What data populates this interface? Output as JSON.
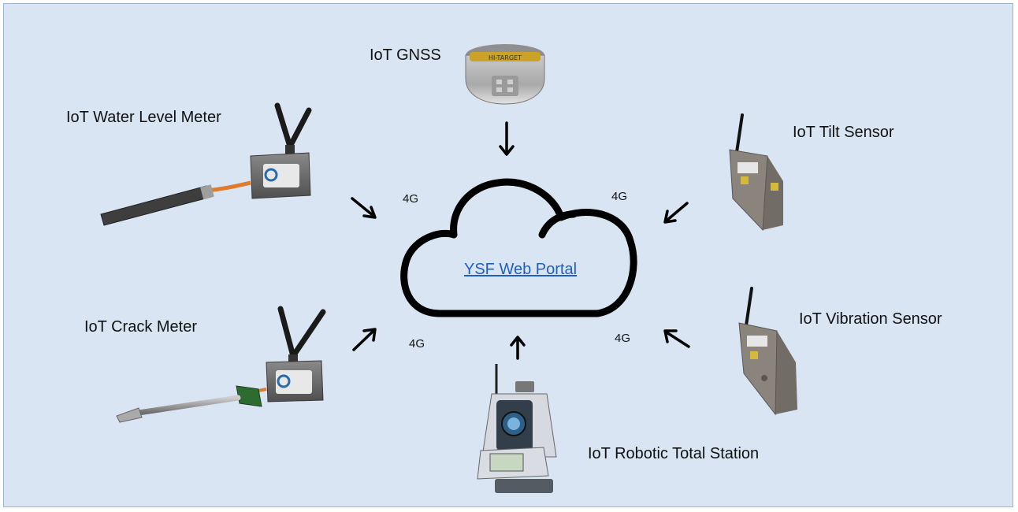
{
  "labels": {
    "gnss": "IoT GNSS",
    "water_level": "IoT Water Level Meter",
    "tilt": "IoT Tilt Sensor",
    "crack": "IoT Crack Meter",
    "vibration": "IoT Vibration Sensor",
    "total_station": "IoT Robotic Total Station"
  },
  "network": {
    "top_left": "4G",
    "top_right": "4G",
    "bottom_left": "4G",
    "bottom_right": "4G"
  },
  "portal": {
    "label": "YSF Web Portal"
  },
  "gnss_brand": "HI-TARGET",
  "colors": {
    "background": "#dae5f3",
    "link": "#1f5fbf",
    "cloud_stroke": "#000000",
    "device_orange": "#e07a2c"
  },
  "icons": [
    "antenna-icon",
    "gnss-receiver-icon",
    "total-station-icon",
    "arrow-icon",
    "cloud-icon"
  ]
}
